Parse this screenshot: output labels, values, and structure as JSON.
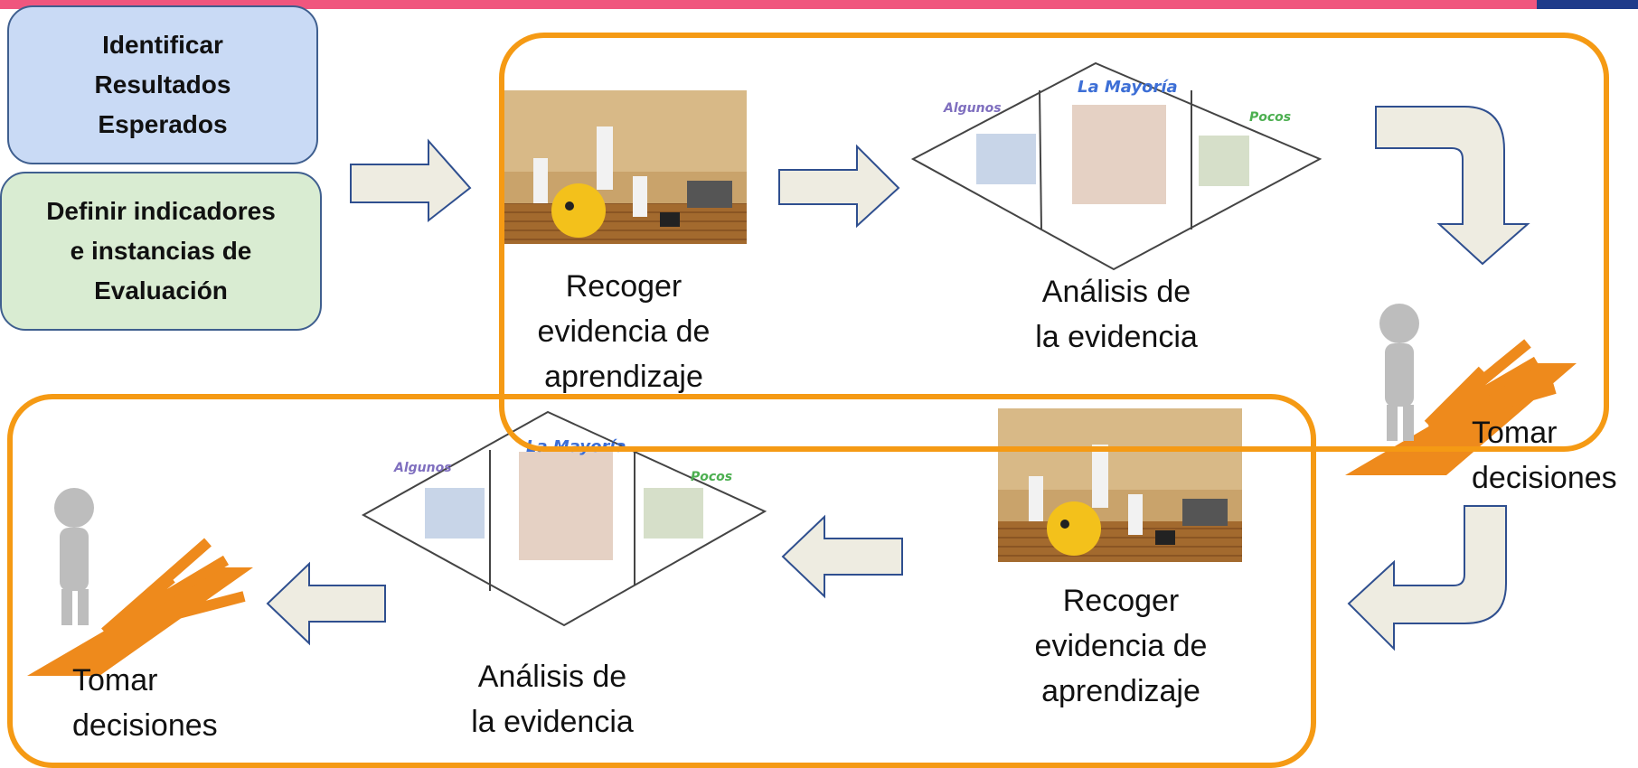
{
  "boxes": {
    "identify": "Identificar\nResultados\nEsperados",
    "define": "Definir indicadores\ne instancias de\nEvaluación"
  },
  "labels": {
    "collect_top": "Recoger\nevidencia de\naprendizaje",
    "analysis_top": "Análisis de\nla evidencia",
    "decide_right": "Tomar\ndecisiones",
    "collect_bottom": "Recoger\nevidencia de\naprendizaje",
    "analysis_bottom": "Análisis de\n la evidencia",
    "decide_left": "Tomar\ndecisiones"
  },
  "diamond": {
    "left": "Algunos",
    "center": "La Mayoría",
    "right": "Pocos"
  },
  "colors": {
    "frame": "#f59a14",
    "arrow_fill": "#eeece1",
    "arrow_stroke": "#2f4f8f",
    "box_blue": "#c9daf5",
    "box_green": "#d9ecd2"
  }
}
